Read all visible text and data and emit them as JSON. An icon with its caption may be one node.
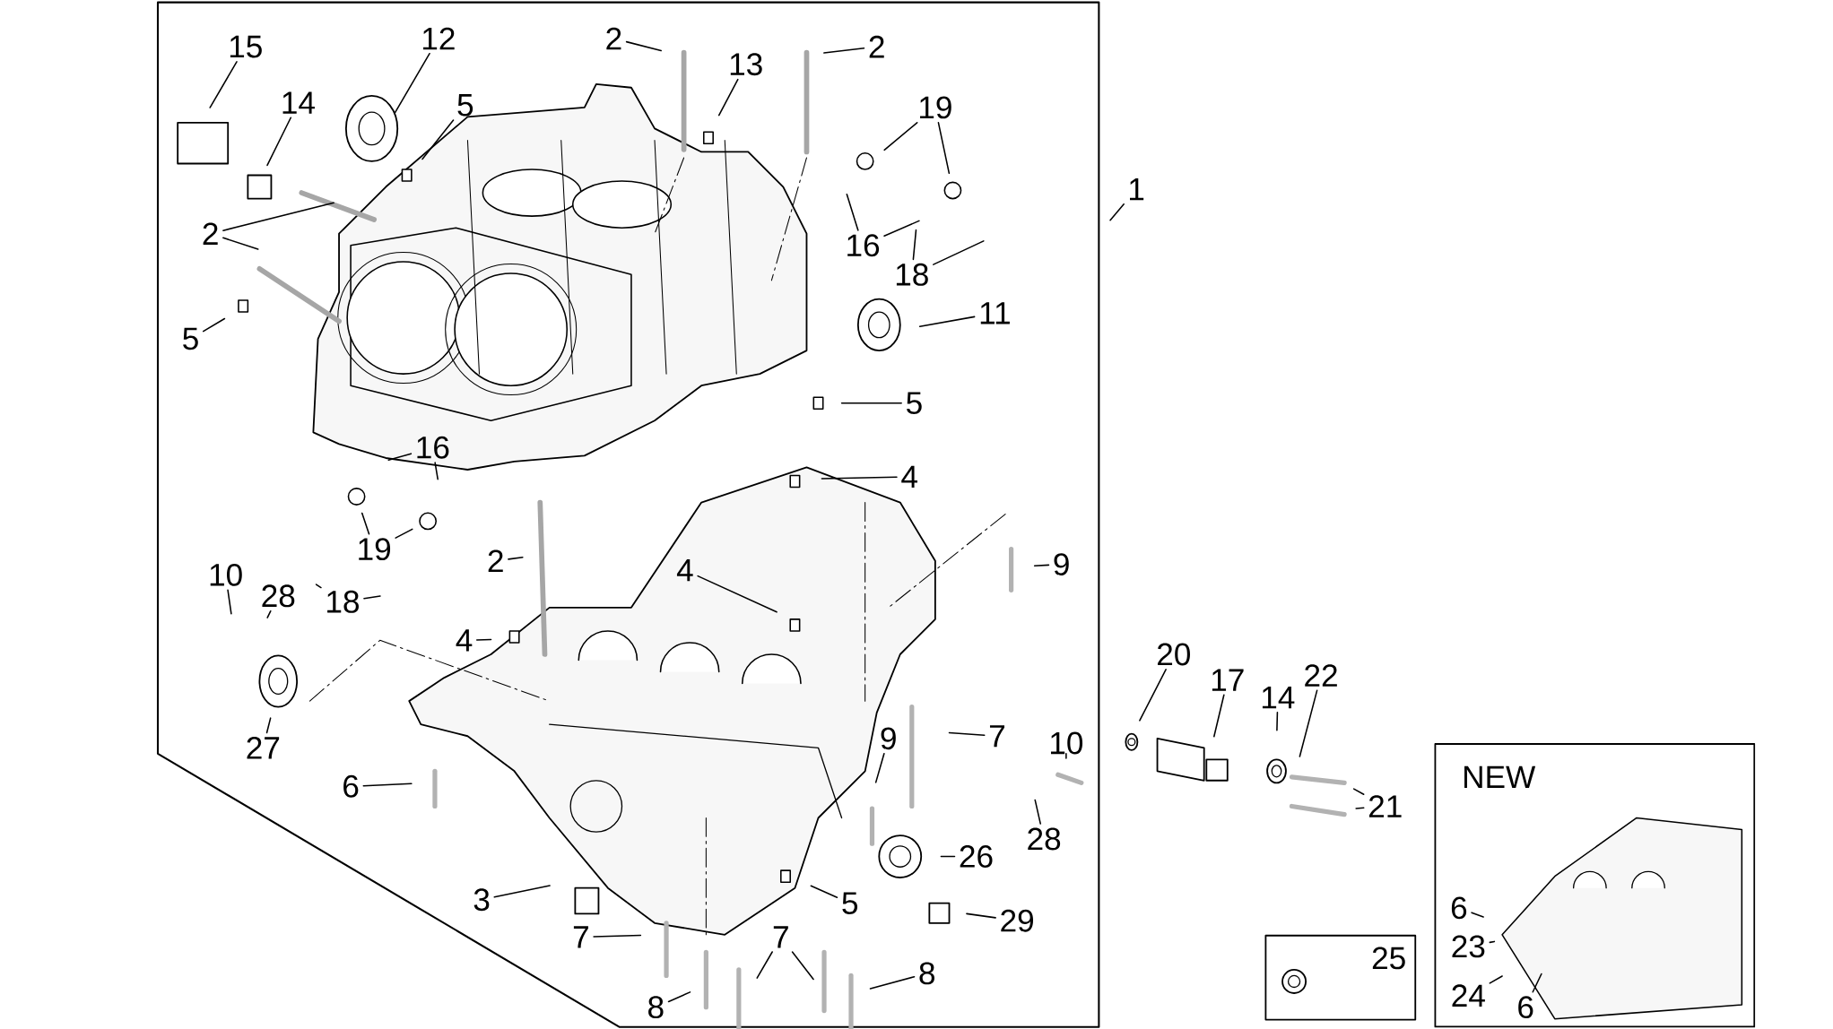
{
  "diagram": {
    "nodes": [
      {
        "text": [
          "15"
        ]
      },
      {
        "text": [
          "12"
        ]
      },
      {
        "text": [
          "14"
        ]
      },
      {
        "text": [
          "5"
        ]
      },
      {
        "text": [
          "2"
        ]
      },
      {
        "text": [
          "13"
        ]
      },
      {
        "text": [
          "2"
        ]
      },
      {
        "text": [
          "19"
        ]
      },
      {
        "text": [
          "1"
        ]
      },
      {
        "text": [
          "16"
        ]
      },
      {
        "text": [
          "18"
        ]
      },
      {
        "text": [
          "2"
        ]
      },
      {
        "text": [
          "5"
        ]
      },
      {
        "text": [
          "11"
        ]
      },
      {
        "text": [
          "5"
        ]
      },
      {
        "text": [
          "16"
        ]
      },
      {
        "text": [
          "4"
        ]
      },
      {
        "text": [
          "19"
        ]
      },
      {
        "text": [
          "9"
        ]
      },
      {
        "text": [
          "2"
        ]
      },
      {
        "text": [
          "18"
        ]
      },
      {
        "text": [
          "10"
        ]
      },
      {
        "text": [
          "28"
        ]
      },
      {
        "text": [
          "4"
        ]
      },
      {
        "text": [
          "4"
        ]
      },
      {
        "text": [
          "20"
        ]
      },
      {
        "text": [
          "17"
        ]
      },
      {
        "text": [
          "14"
        ]
      },
      {
        "text": [
          "22"
        ]
      },
      {
        "text": [
          "27"
        ]
      },
      {
        "text": [
          "7"
        ]
      },
      {
        "text": [
          "9"
        ]
      },
      {
        "text": [
          "10"
        ]
      },
      {
        "text": [
          "21"
        ]
      },
      {
        "text": [
          "6"
        ]
      },
      {
        "text": [
          "28"
        ]
      },
      {
        "text": [
          "26"
        ]
      },
      {
        "text": [
          "3"
        ]
      },
      {
        "text": [
          "5"
        ]
      },
      {
        "text": [
          "29"
        ]
      },
      {
        "text": [
          "7"
        ]
      },
      {
        "text": [
          "7"
        ]
      },
      {
        "text": [
          "8"
        ]
      },
      {
        "text": [
          "8"
        ]
      },
      {
        "text": [
          "25"
        ]
      },
      {
        "text": [
          "NEW"
        ]
      },
      {
        "text": [
          "6"
        ],
        "in": 45
      },
      {
        "text": [
          "23"
        ],
        "in": 45
      },
      {
        "text": [
          "24"
        ],
        "in": 45
      },
      {
        "text": [
          "6"
        ],
        "in": 45
      }
    ],
    "edges": [
      {
        "from": 0,
        "to": null,
        "arrow": "none"
      },
      {
        "from": 1,
        "to": null,
        "arrow": "none"
      },
      {
        "from": 2,
        "to": null,
        "arrow": "none"
      },
      {
        "from": 3,
        "to": null,
        "arrow": "none"
      },
      {
        "from": 4,
        "to": null,
        "arrow": "none"
      },
      {
        "from": 5,
        "to": null,
        "arrow": "none"
      },
      {
        "from": 6,
        "to": null,
        "arrow": "none"
      },
      {
        "from": 7,
        "to": null,
        "arrow": "none"
      },
      {
        "from": 7,
        "to": null,
        "arrow": "none"
      },
      {
        "from": 8,
        "to": null,
        "arrow": "none"
      },
      {
        "from": 9,
        "to": null,
        "arrow": "none"
      },
      {
        "from": 9,
        "to": null,
        "arrow": "none"
      },
      {
        "from": 10,
        "to": null,
        "arrow": "none"
      },
      {
        "from": 10,
        "to": null,
        "arrow": "none"
      },
      {
        "from": 11,
        "to": null,
        "arrow": "none"
      },
      {
        "from": 11,
        "to": null,
        "arrow": "none"
      },
      {
        "from": 12,
        "to": null,
        "arrow": "none"
      },
      {
        "from": 13,
        "to": null,
        "arrow": "none"
      },
      {
        "from": 14,
        "to": null,
        "arrow": "none"
      },
      {
        "from": 15,
        "to": null,
        "arrow": "none"
      },
      {
        "from": 15,
        "to": null,
        "arrow": "none"
      },
      {
        "from": 16,
        "to": null,
        "arrow": "none"
      },
      {
        "from": 17,
        "to": null,
        "arrow": "none"
      },
      {
        "from": 17,
        "to": null,
        "arrow": "none"
      },
      {
        "from": 18,
        "to": null,
        "arrow": "none"
      },
      {
        "from": 19,
        "to": null,
        "arrow": "none"
      },
      {
        "from": 20,
        "to": null,
        "arrow": "none"
      },
      {
        "from": 20,
        "to": null,
        "arrow": "none"
      },
      {
        "from": 21,
        "to": null,
        "arrow": "none"
      },
      {
        "from": 22,
        "to": null,
        "arrow": "none"
      },
      {
        "from": 23,
        "to": null,
        "arrow": "none"
      },
      {
        "from": 24,
        "to": null,
        "arrow": "none"
      },
      {
        "from": 25,
        "to": null,
        "arrow": "none"
      },
      {
        "from": 26,
        "to": null,
        "arrow": "none"
      },
      {
        "from": 27,
        "to": null,
        "arrow": "none"
      },
      {
        "from": 28,
        "to": null,
        "arrow": "none"
      },
      {
        "from": 29,
        "to": null,
        "arrow": "none"
      },
      {
        "from": 30,
        "to": null,
        "arrow": "none"
      },
      {
        "from": 31,
        "to": null,
        "arrow": "none"
      },
      {
        "from": 32,
        "to": null,
        "arrow": "none"
      },
      {
        "from": 33,
        "to": null,
        "arrow": "none"
      },
      {
        "from": 33,
        "to": null,
        "arrow": "none"
      },
      {
        "from": 34,
        "to": null,
        "arrow": "none"
      },
      {
        "from": 35,
        "to": null,
        "arrow": "none"
      },
      {
        "from": 36,
        "to": null,
        "arrow": "none"
      },
      {
        "from": 37,
        "to": null,
        "arrow": "none"
      },
      {
        "from": 38,
        "to": null,
        "arrow": "none"
      },
      {
        "from": 39,
        "to": null,
        "arrow": "none"
      },
      {
        "from": 40,
        "to": null,
        "arrow": "none"
      },
      {
        "from": 41,
        "to": null,
        "arrow": "none"
      },
      {
        "from": 41,
        "to": null,
        "arrow": "none"
      },
      {
        "from": 42,
        "to": null,
        "arrow": "none"
      },
      {
        "from": 43,
        "to": null,
        "arrow": "none"
      },
      {
        "from": 46,
        "to": null,
        "arrow": "none"
      },
      {
        "from": 47,
        "to": null,
        "arrow": "none"
      },
      {
        "from": 48,
        "to": null,
        "arrow": "none"
      },
      {
        "from": 49,
        "to": null,
        "arrow": "none"
      }
    ]
  }
}
